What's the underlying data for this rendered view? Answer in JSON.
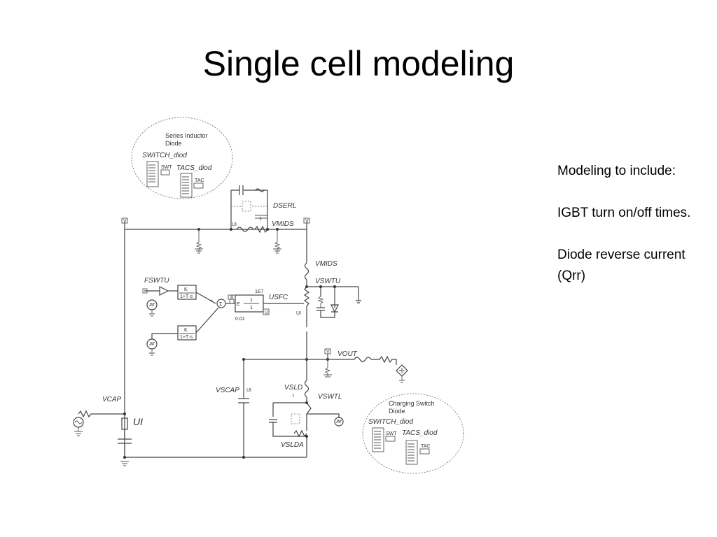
{
  "slide": {
    "title": "Single cell modeling",
    "notes": [
      "Modeling to include:",
      "IGBT turn on/off  times.",
      "Diode reverse current (Qrr)"
    ]
  },
  "circuit": {
    "top_bubble": {
      "lines": [
        "Series Inductor",
        "Diode"
      ],
      "switch_label": "SWITCH_diod",
      "tacs_label": "TACS_diod",
      "swt": "SWT",
      "tac": "TAC"
    },
    "bottom_bubble": {
      "lines": [
        "Charging Switch",
        "Diode"
      ],
      "switch_label": "SWITCH_diod",
      "tacs_label": "TACS_diod",
      "swt": "SWT",
      "tac": "TAC"
    },
    "labels": {
      "dserl": "DSERL",
      "vmids_top": "VMIDS",
      "vmids_mid": "VMIDS",
      "vswtu": "VSWTU",
      "fswtu": "FSWTU",
      "usfc": "USFC",
      "gain_1e7": "1E7",
      "value_001": "0.01",
      "vout": "VOUT",
      "vscap": "VSCAP",
      "vsld": "VSLD",
      "vswtl": "VSWTL",
      "vslda": "VSLDA",
      "vcap": "VCAP",
      "ui": "UI",
      "k": "K",
      "tf": "1+T·s",
      "one": "1",
      "v": "V",
      "i": "I",
      "e": "E",
      "plus": "+",
      "u": "U",
      "sigma": "Σ"
    }
  }
}
